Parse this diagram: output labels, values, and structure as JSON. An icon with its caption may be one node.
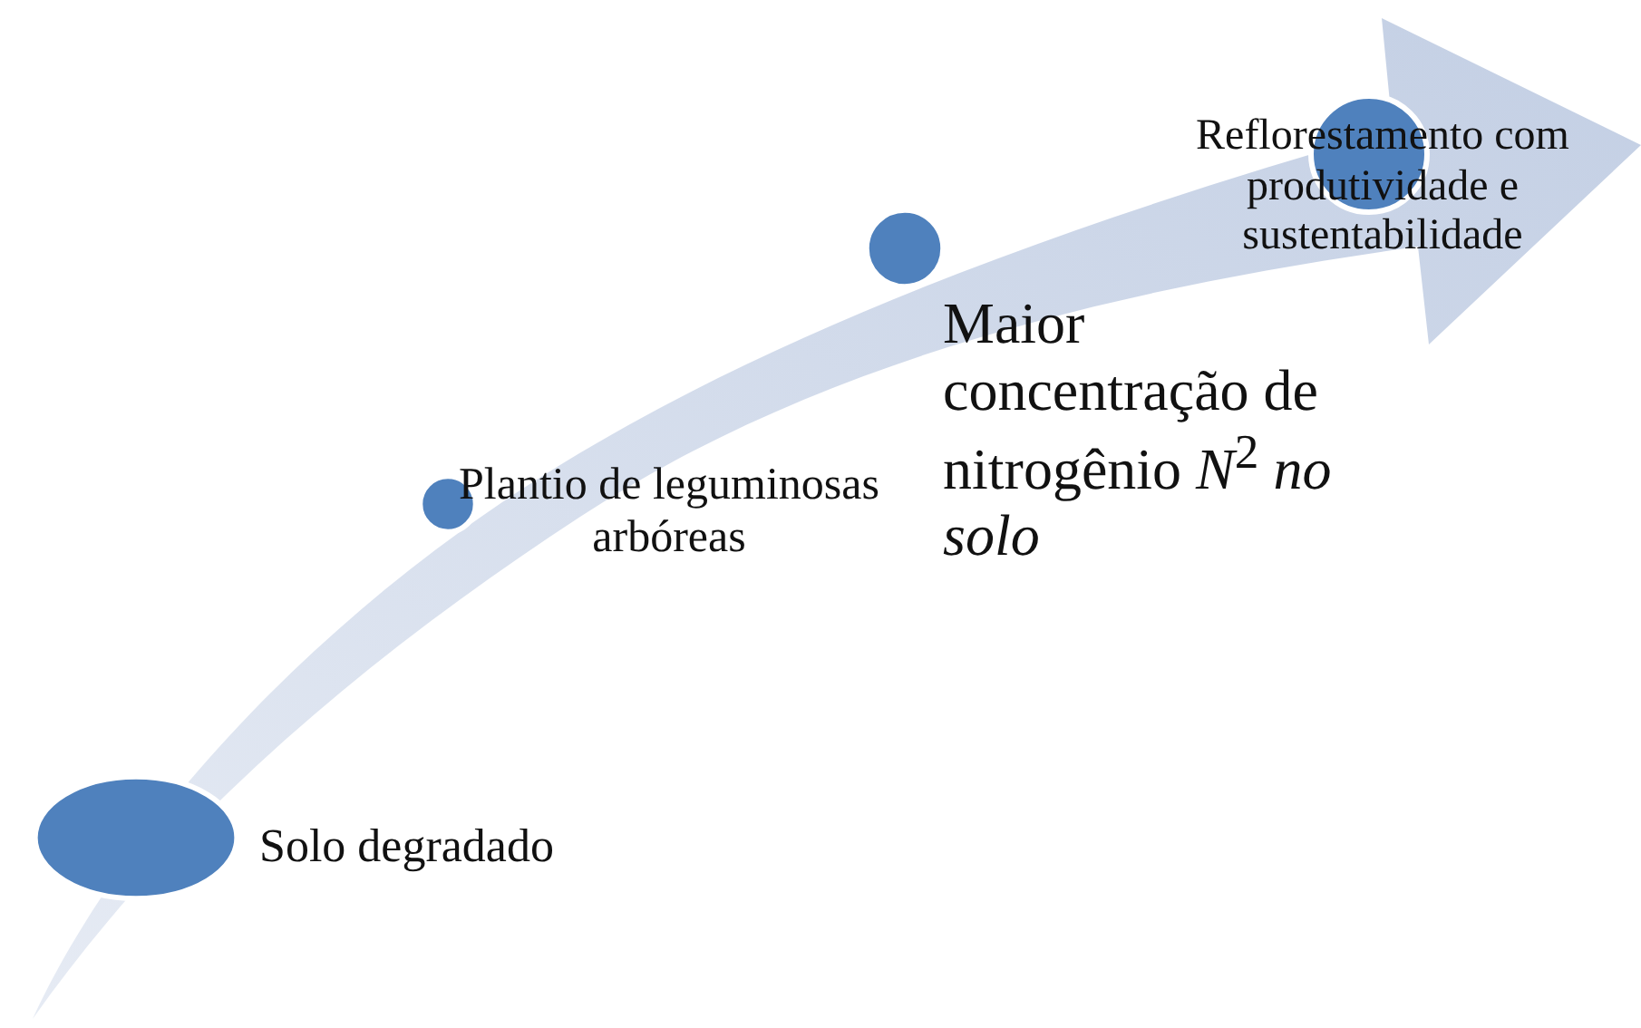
{
  "diagram": {
    "nodes": [
      {
        "text": [],
        "shape": "circle",
        "beside": [
          "Solo degradado"
        ]
      },
      {
        "text": [],
        "shape": "circle",
        "beside": [
          "Plantio de leguminosas arbóreas"
        ]
      },
      {
        "text": [],
        "shape": "circle",
        "beside": [
          "Maior concentração de nitrogênio *N*$^{2}$ *no solo*"
        ]
      },
      {
        "text": [
          "Reflorestamento com produtividade e sustentabilidade"
        ]
      }
    ]
  }
}
